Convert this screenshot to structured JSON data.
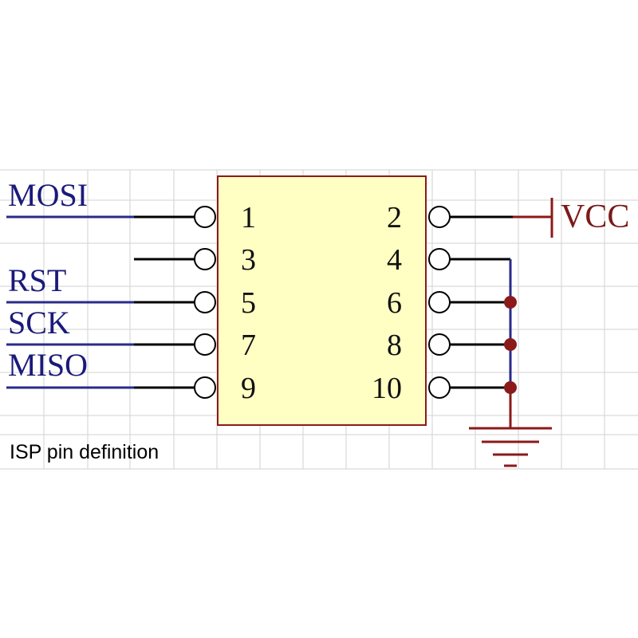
{
  "diagram": {
    "caption": "ISP pin definition",
    "signals": {
      "mosi": "MOSI",
      "rst": "RST",
      "sck": "SCK",
      "miso": "MISO"
    },
    "power": {
      "vcc": "VCC"
    },
    "pins": {
      "p1": "1",
      "p2": "2",
      "p3": "3",
      "p4": "4",
      "p5": "5",
      "p6": "6",
      "p7": "7",
      "p8": "8",
      "p9": "9",
      "p10": "10"
    },
    "colors": {
      "grid": "#d9d9d9",
      "body_fill": "#ffffc4",
      "body_stroke": "#8b1a1a",
      "signal_wire": "#2a2a8a",
      "pin_wire": "#000000",
      "power": "#8b1a1a",
      "junction": "#8b1a1a"
    }
  }
}
